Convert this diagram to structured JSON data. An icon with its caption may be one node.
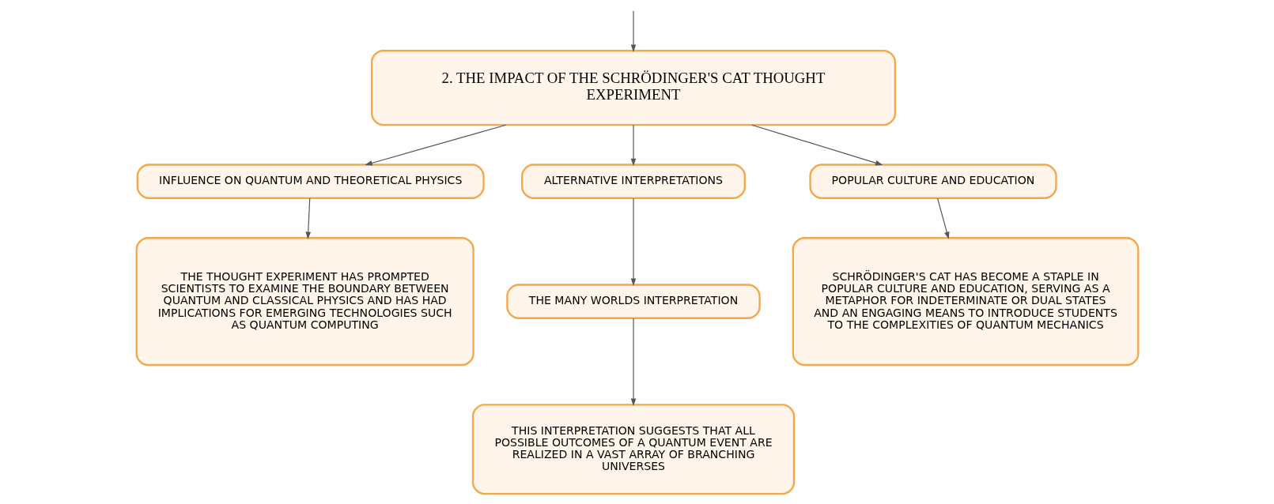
{
  "diagram": {
    "nodes": [
      {
        "text": [
          "2. THE IMPACT OF THE SCHRÖDINGER'S CAT THOUGHT EXPERIMENT"
        ]
      },
      {
        "text": [
          "INFLUENCE ON QUANTUM AND THEORETICAL PHYSICS"
        ]
      },
      {
        "text": [
          "ALTERNATIVE INTERPRETATIONS"
        ]
      },
      {
        "text": [
          "POPULAR CULTURE AND EDUCATION"
        ]
      },
      {
        "text": [
          "THE THOUGHT EXPERIMENT HAS PROMPTED SCIENTISTS TO EXAMINE THE BOUNDARY BETWEEN QUANTUM AND CLASSICAL PHYSICS AND HAS HAD IMPLICATIONS FOR EMERGING TECHNOLOGIES SUCH AS QUANTUM COMPUTING"
        ]
      },
      {
        "text": [
          "THE MANY WORLDS INTERPRETATION"
        ]
      },
      {
        "text": [
          "THIS INTERPRETATION SUGGESTS THAT ALL POSSIBLE OUTCOMES OF A QUANTUM EVENT ARE REALIZED IN A VAST ARRAY OF BRANCHING UNIVERSES"
        ]
      },
      {
        "text": [
          "SCHRÖDINGER'S CAT HAS BECOME A STAPLE IN POPULAR CULTURE AND EDUCATION, SERVING AS A METAPHOR FOR INDETERMINATE OR DUAL STATES AND AN ENGAGING MEANS TO INTRODUCE STUDENTS TO THE COMPLEXITIES OF QUANTUM MECHANICS"
        ]
      }
    ],
    "edges": [
      {
        "from": null,
        "to": 0,
        "arrow": "to"
      },
      {
        "from": 0,
        "to": 1,
        "arrow": "to"
      },
      {
        "from": 0,
        "to": 2,
        "arrow": "to"
      },
      {
        "from": 0,
        "to": 3,
        "arrow": "to"
      },
      {
        "from": 1,
        "to": 4,
        "arrow": "to"
      },
      {
        "from": 2,
        "to": 5,
        "arrow": "to"
      },
      {
        "from": 5,
        "to": 6,
        "arrow": "to"
      },
      {
        "from": 3,
        "to": 7,
        "arrow": "to"
      }
    ]
  }
}
